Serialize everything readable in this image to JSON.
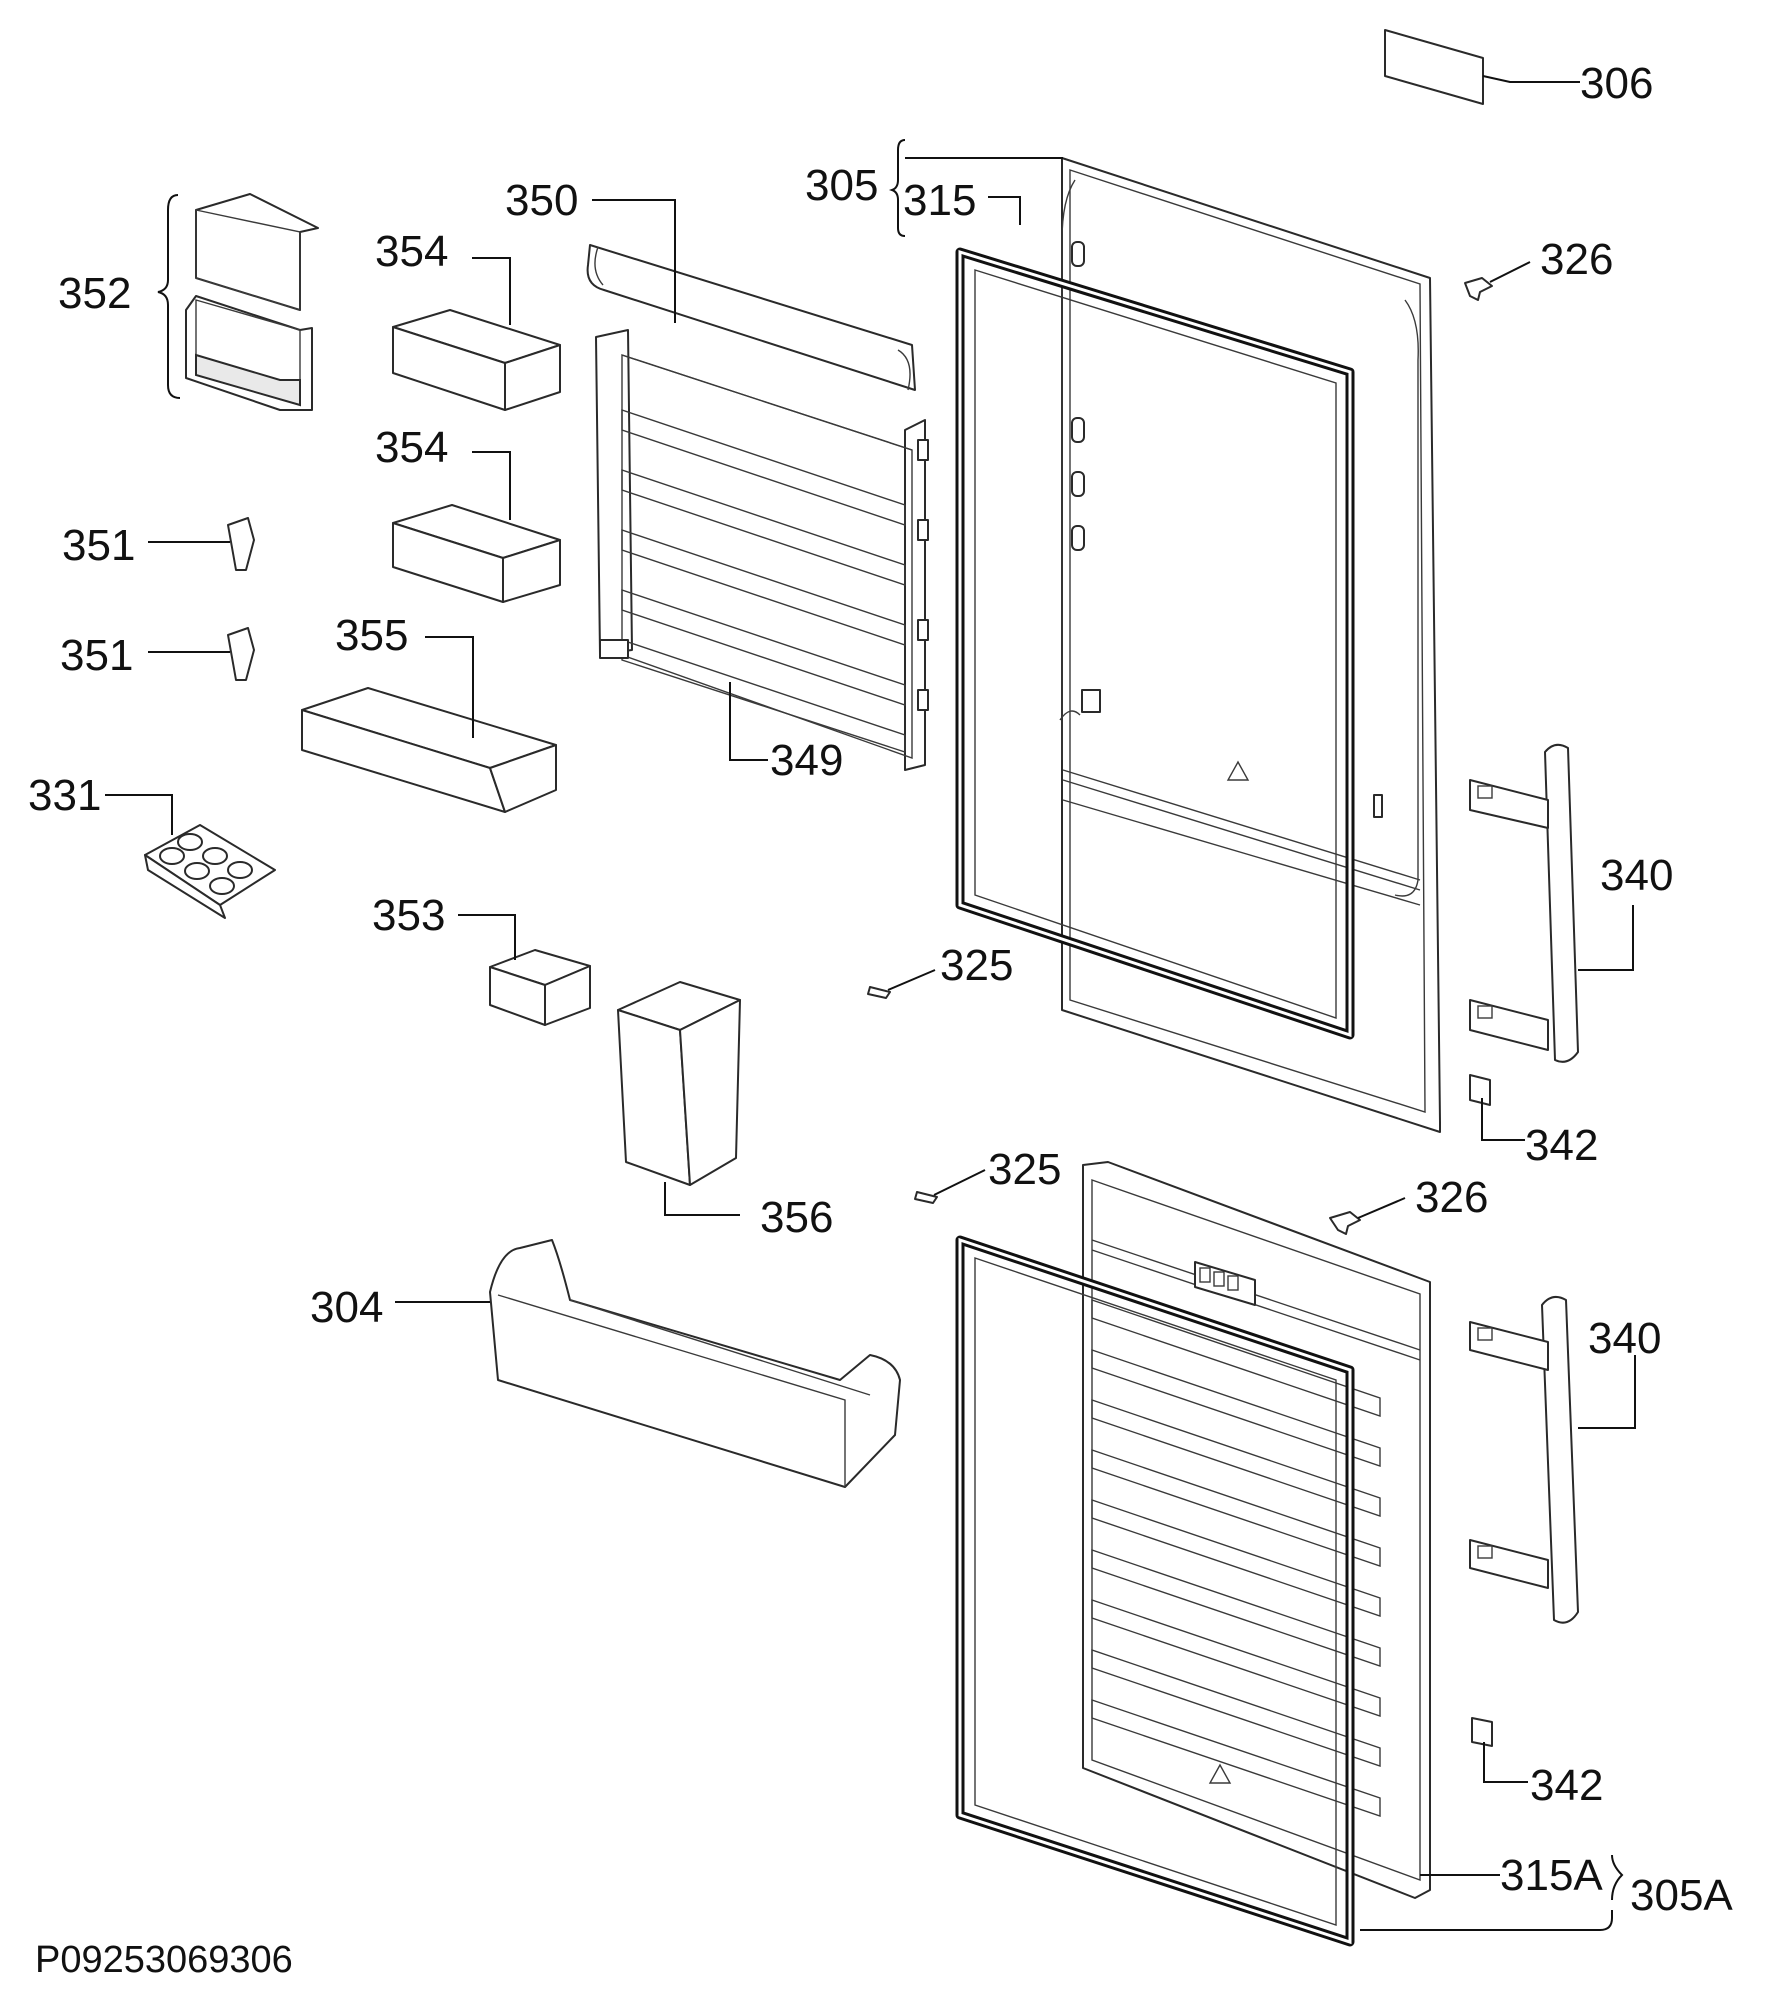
{
  "drawing_number": "P09253069306",
  "callouts": {
    "c306": "306",
    "c305": "305",
    "c315": "315",
    "c326a": "326",
    "c350": "350",
    "c354a": "354",
    "c352": "352",
    "c354b": "354",
    "c351a": "351",
    "c351b": "351",
    "c355": "355",
    "c349": "349",
    "c331": "331",
    "c340a": "340",
    "c353": "353",
    "c325a": "325",
    "c342a": "342",
    "c356": "356",
    "c325b": "325",
    "c326b": "326",
    "c304": "304",
    "c340b": "340",
    "c342b": "342",
    "c315A": "315A",
    "c305A": "305A"
  },
  "colors": {
    "line": "#111111",
    "paper": "#ffffff",
    "shade": "#e9e9e9"
  }
}
